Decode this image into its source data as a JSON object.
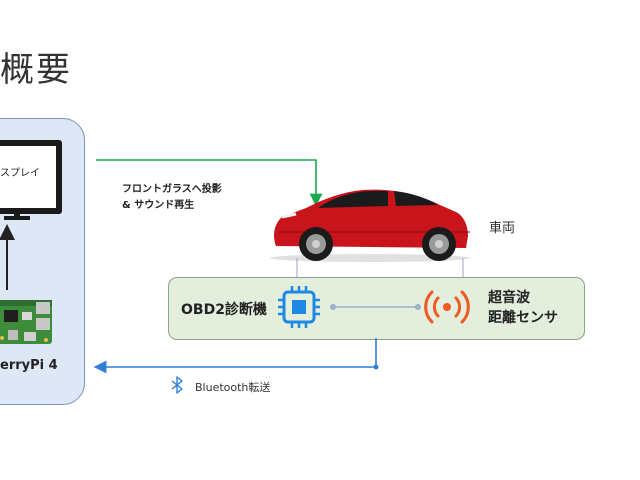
{
  "title": "概要",
  "display_label": "スプレイ",
  "rpi_label": "erryPi 4",
  "projection_label": {
    "line1": "フロントガラスへ投影",
    "line2": "& サウンド再生"
  },
  "vehicle_label": "車両",
  "obd_label": "OBD2診断機",
  "sensor_label": {
    "line1": "超音波",
    "line2": "距離センサ"
  },
  "bluetooth_label": "Bluetooth転送",
  "colors": {
    "green_arrow": "#1aa84f",
    "blue_arrow": "#2f7fd8",
    "chip_blue": "#1e88e5",
    "sensor_orange": "#ef5a23",
    "car_red": "#c9141c",
    "left_panel_fill": "#dde7f5",
    "system_panel_fill": "#e3eedc"
  },
  "icons": [
    "monitor-icon",
    "raspberry-pi-board-icon",
    "car-icon",
    "chip-icon",
    "ultrasonic-sensor-icon",
    "bluetooth-icon"
  ]
}
